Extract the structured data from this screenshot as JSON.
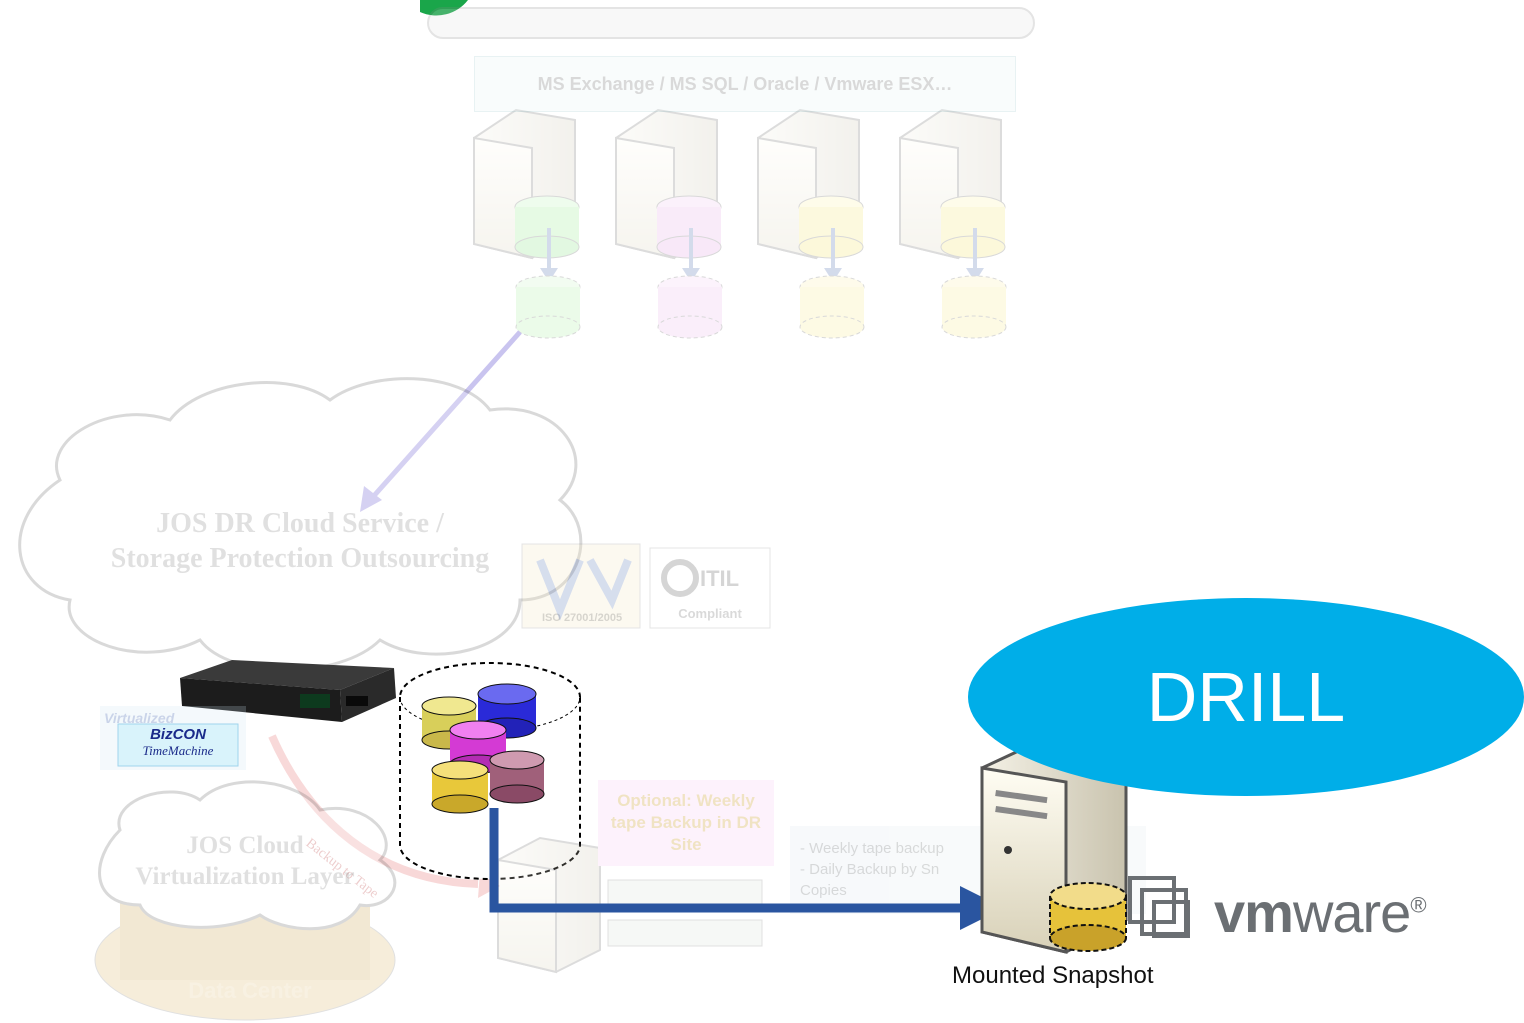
{
  "top_bar": {
    "label": "MS Exchange / MS SQL / Oracle / Vmware ESX…"
  },
  "dr_cloud": {
    "line1": "JOS DR Cloud Service /",
    "line2": "Storage Protection Outsourcing"
  },
  "certs": {
    "iso_label": "ISO 27001/2005",
    "itil_label": "ITIL",
    "itil_sub": "Compliant"
  },
  "appliance": {
    "brand": "BizCON",
    "product": "TimeMachine",
    "tag": "Virtualized"
  },
  "backup_tape_label": "Backup to Tape",
  "jos_cloud": {
    "line1": "JOS Cloud",
    "line2": "Virtualization Layer",
    "datacenter": "Data Center"
  },
  "optional_box": {
    "text": "Optional: Weekly tape Backup in DR Site"
  },
  "notes": {
    "line1": "- Weekly tape backup",
    "line2": "- Daily Backup by Sn",
    "line3": "Copies"
  },
  "drill": {
    "label": "DRILL"
  },
  "snapshot": {
    "caption": "Mounted Snapshot"
  },
  "vmware": {
    "vm": "vm",
    "ware": "ware",
    "reg": "®"
  },
  "colors": {
    "drill_bubble": "#00aee8",
    "flow_arrow": "#2a55a0",
    "sync_arrow": "#c9c4ef"
  }
}
